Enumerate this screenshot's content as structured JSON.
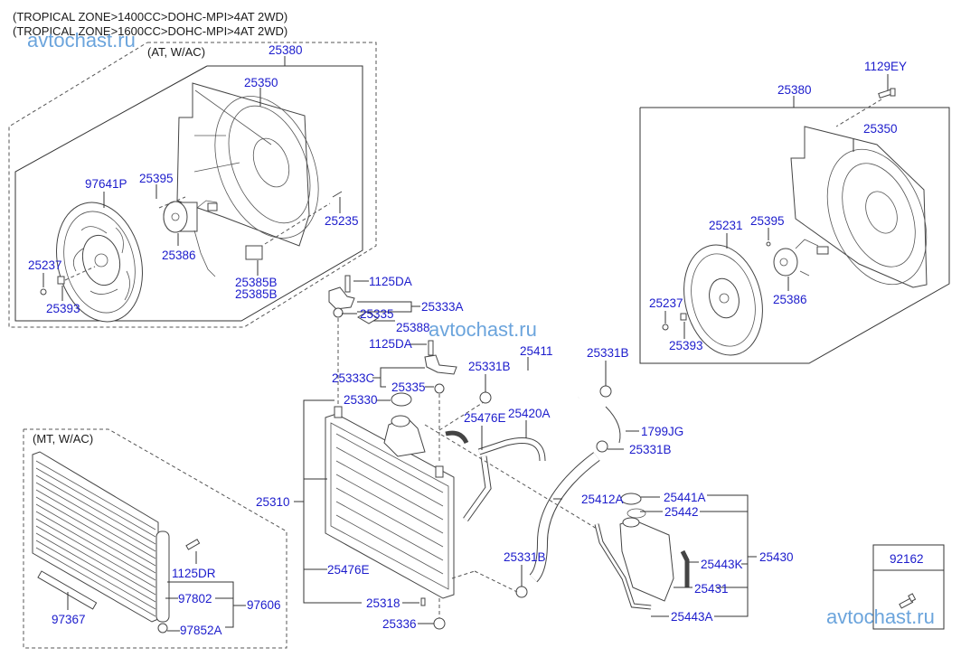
{
  "header": {
    "lines": [
      "(TROPICAL ZONE>1400CC>DOHC-MPI>4AT 2WD)",
      "(TROPICAL ZONE>1600CC>DOHC-MPI>4AT 2WD)"
    ]
  },
  "watermark": "avtochast.ru",
  "groups": {
    "at_fan": {
      "caption": "(AT, W/AC)"
    },
    "mt_condenser": {
      "caption": "(MT, W/AC)"
    }
  },
  "labels": {
    "at_25380": "25380",
    "at_25350": "25350",
    "at_97641P": "97641P",
    "at_25395": "25395",
    "at_25235": "25235",
    "at_25386": "25386",
    "at_25237": "25237",
    "at_25393": "25393",
    "at_25385B_1": "25385B",
    "at_25385B_2": "25385B",
    "r_1129EY": "1129EY",
    "r_25380": "25380",
    "r_25350": "25350",
    "r_25231": "25231",
    "r_25395": "25395",
    "r_25386": "25386",
    "r_25237": "25237",
    "r_25393": "25393",
    "c_1125DA_1": "1125DA",
    "c_25333A": "25333A",
    "c_25335_1": "25335",
    "c_25388": "25388",
    "c_1125DA_2": "1125DA",
    "c_25333C": "25333C",
    "c_25335_2": "25335",
    "c_25330": "25330",
    "c_25331B_1": "25331B",
    "c_25411": "25411",
    "c_25331B_2": "25331B",
    "c_25476E_1": "25476E",
    "c_25420A": "25420A",
    "c_1799JG": "1799JG",
    "c_25331B_3": "25331B",
    "c_25310": "25310",
    "c_25412A": "25412A",
    "c_25441A": "25441A",
    "c_25442": "25442",
    "c_25430": "25430",
    "c_25443K": "25443K",
    "c_25431": "25431",
    "c_25443A": "25443A",
    "c_25331B_4": "25331B",
    "c_25476E_2": "25476E",
    "c_25318": "25318",
    "c_25336": "25336",
    "m_1125DR": "1125DR",
    "m_97802": "97802",
    "m_97606": "97606",
    "m_97367": "97367",
    "m_97852A": "97852A",
    "box_92162": "92162"
  }
}
